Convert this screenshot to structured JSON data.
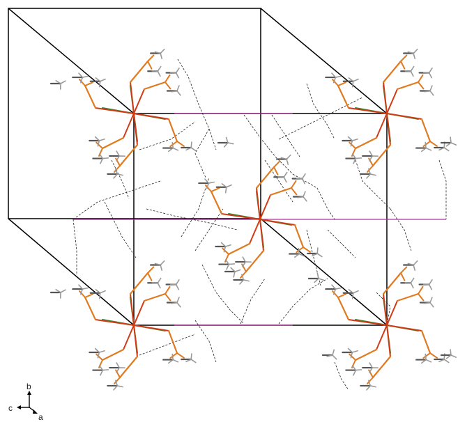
{
  "figure": {
    "type": "crystal-packing-diagram",
    "axis_labels": {
      "b": "b",
      "c": "c",
      "a": "a"
    },
    "colors": {
      "background": "#ffffff",
      "unit_cell": "#000000",
      "hydrogen_bond": "#000000",
      "metal_center": "#2e8b2e",
      "oxygen_bond": "#d23a16",
      "phosphorus_bond": "#e07a20",
      "carbon_bond": "#555555",
      "hydrogen": "#9a9a9a",
      "magenta_line": "#b0309a"
    },
    "unit_cell_style": "solid",
    "hydrogen_bonds_style": "dashed"
  }
}
